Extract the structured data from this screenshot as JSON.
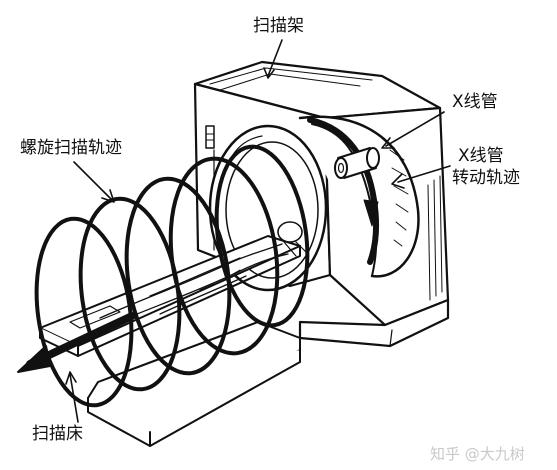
{
  "labels": {
    "gantry": "扫描架",
    "xray_tube": "X线管",
    "tube_track_line1": "X线管",
    "tube_track_line2": "转动轨迹",
    "spiral_track": "螺旋扫描轨迹",
    "couch": "扫描床"
  },
  "watermark": {
    "text": "知乎 @大九树"
  }
}
